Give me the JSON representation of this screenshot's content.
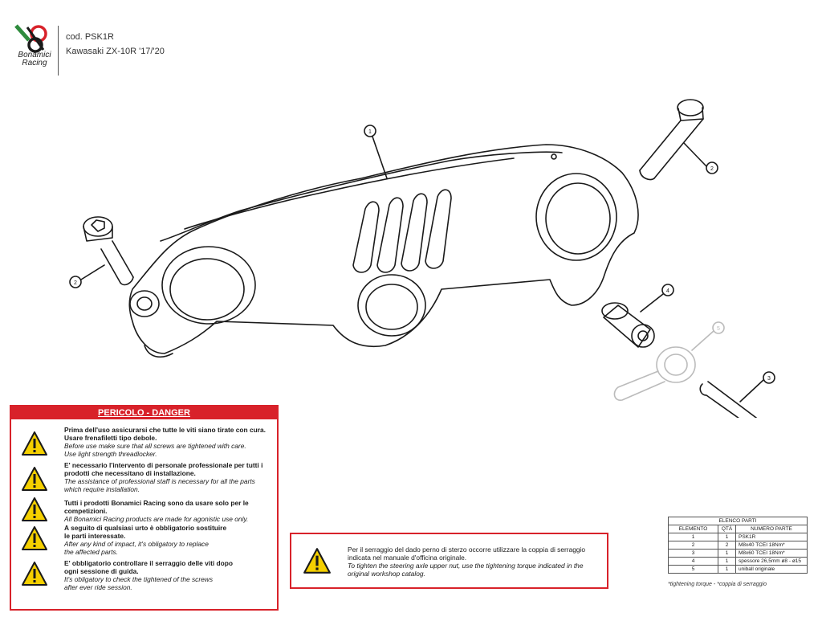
{
  "header": {
    "logo_text_line1": "Bonamici",
    "logo_text_line2": "Racing",
    "code": "cod. PSK1R",
    "model": "Kawasaki ZX-10R '17/'20"
  },
  "callouts": [
    "1",
    "2",
    "2",
    "3",
    "4",
    "5"
  ],
  "danger": {
    "title": "PERICOLO - DANGER",
    "warnings": [
      {
        "it": "Prima dell'uso assicurarsi che tutte le viti siano tirate con cura.",
        "it2": "Usare frenafiletti tipo debole.",
        "en": "Before use make sure that all screws are tightened with care.",
        "en2": "Use light strength threadlocker."
      },
      {
        "it": "E' necessario l'intervento di personale professionale per tutti i",
        "it2": "prodotti che necessitano di installazione.",
        "en": "The assistance of professional staff is necessary for all the parts",
        "en2": "which require installation."
      },
      {
        "it": "Tutti i prodotti Bonamici Racing sono da usare solo per le competizioni.",
        "it2": "",
        "en": "All Bonamici Racing products are made for agonistic use only.",
        "en2": ""
      },
      {
        "it": "A seguito di qualsiasi urto è obbligatorio sostituire",
        "it2": "le parti interessate.",
        "en": "After any kind of impact, it's obligatory to replace",
        "en2": "the affected parts."
      },
      {
        "it": "E' obbligatorio controllare il serraggio delle viti dopo",
        "it2": "ogni sessione di guida.",
        "en": "It's obligatory to check the tightened of the screws",
        "en2": "after ever ride session."
      }
    ]
  },
  "torque_note": {
    "it": "Per il serraggio del dado perno di sterzo occorre utilizzare la coppia di serraggio indicata nel manuale d'officina originale.",
    "en": "To tighten the steering axle upper nut, use the tightening torque indicated in the original workshop catalog."
  },
  "parts_list": {
    "title": "ELENCO PARTI",
    "headers": [
      "ELEMENTO",
      "QTÀ",
      "NUMERO PARTE"
    ],
    "rows": [
      [
        "1",
        "1",
        "PSK1R"
      ],
      [
        "2",
        "2",
        "M8x40 TCEI 18Nm*"
      ],
      [
        "3",
        "1",
        "M8x60 TCEI 18Nm*"
      ],
      [
        "4",
        "1",
        "spessore 26,5mm ø8 - ø15"
      ],
      [
        "5",
        "1",
        "uniball originale"
      ]
    ],
    "footnote": "*tightening torque - *coppia di serraggio"
  },
  "colors": {
    "danger_red": "#d8222a",
    "warning_yellow": "#f5d000",
    "logo_green": "#2e8b3d",
    "logo_red": "#d8222a"
  }
}
